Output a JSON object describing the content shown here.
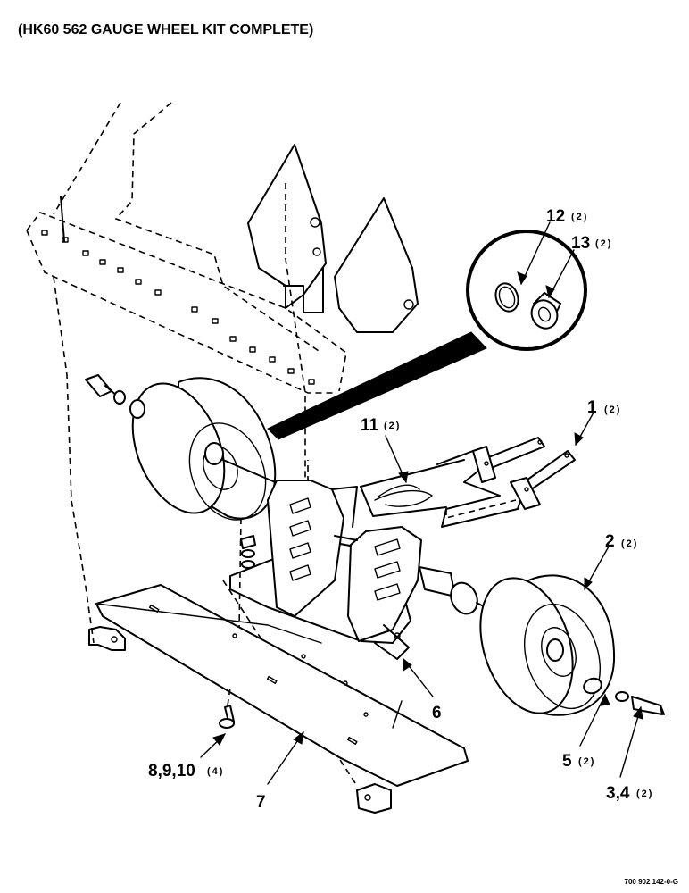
{
  "title": "(HK60 562 GAUGE WHEEL KIT COMPLETE)",
  "drawing_number": "700 902 142-0-G",
  "callouts": [
    {
      "id": "1",
      "label": "1",
      "qty": "(2)"
    },
    {
      "id": "2",
      "label": "2",
      "qty": "(2)"
    },
    {
      "id": "3-4",
      "label": "3,4",
      "qty": "(2)"
    },
    {
      "id": "5",
      "label": "5",
      "qty": "(2)"
    },
    {
      "id": "6",
      "label": "6",
      "qty": ""
    },
    {
      "id": "7",
      "label": "7",
      "qty": ""
    },
    {
      "id": "8-9-10",
      "label": "8,9,10",
      "qty": "(4)"
    },
    {
      "id": "11",
      "label": "11",
      "qty": "(2)"
    },
    {
      "id": "12",
      "label": "12",
      "qty": "(2)"
    },
    {
      "id": "13",
      "label": "13",
      "qty": "(2)"
    }
  ]
}
